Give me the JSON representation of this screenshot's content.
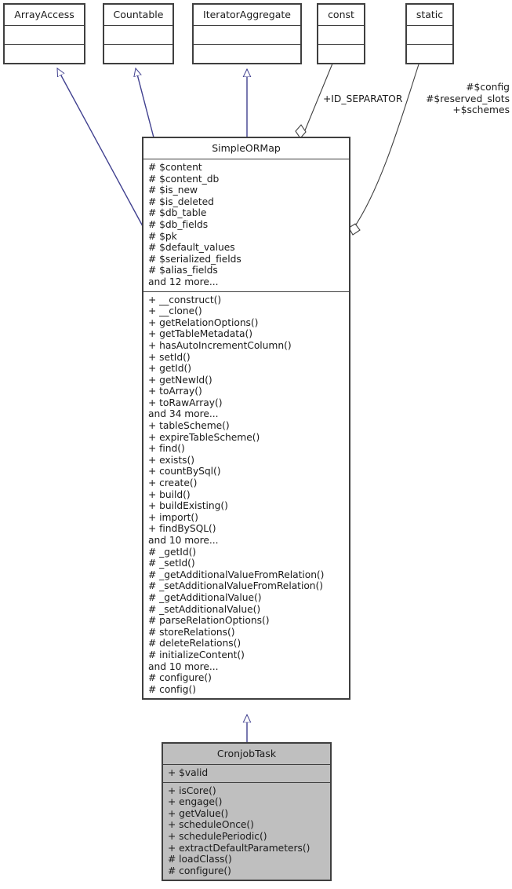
{
  "diagram": {
    "type": "uml-class-diagram",
    "title": "CronjobTask class inheritance diagram",
    "colors": {
      "inheritance_line": "#40408f",
      "aggregation_line": "#3f3f3f",
      "node_border": "#3f3f3f",
      "node_fill": "#ffffff",
      "highlight_fill": "#bfbfbf",
      "text": "#1a1a1a"
    }
  },
  "nodes": [
    {
      "id": "array-access",
      "name": "ArrayAccess",
      "attributes": [],
      "methods": [],
      "highlighted": false
    },
    {
      "id": "countable",
      "name": "Countable",
      "attributes": [],
      "methods": [],
      "highlighted": false
    },
    {
      "id": "iterator-aggregate",
      "name": "IteratorAggregate",
      "attributes": [],
      "methods": [],
      "highlighted": false
    },
    {
      "id": "const",
      "name": "const",
      "attributes": [],
      "methods": [],
      "highlighted": false
    },
    {
      "id": "static",
      "name": "static",
      "attributes": [],
      "methods": [],
      "highlighted": false
    },
    {
      "id": "simple-ormap",
      "name": "SimpleORMap",
      "highlighted": false,
      "attributes": [
        "# $content",
        "# $content_db",
        "# $is_new",
        "# $is_deleted",
        "# $db_table",
        "# $db_fields",
        "# $pk",
        "# $default_values",
        "# $serialized_fields",
        "# $alias_fields",
        "and 12 more..."
      ],
      "methods": [
        "+ __construct()",
        "+ __clone()",
        "+ getRelationOptions()",
        "+ getTableMetadata()",
        "+ hasAutoIncrementColumn()",
        "+ setId()",
        "+ getId()",
        "+ getNewId()",
        "+ toArray()",
        "+ toRawArray()",
        "and 34 more...",
        "+ tableScheme()",
        "+ expireTableScheme()",
        "+ find()",
        "+ exists()",
        "+ countBySql()",
        "+ create()",
        "+ build()",
        "+ buildExisting()",
        "+ import()",
        "+ findBySQL()",
        "and 10 more...",
        "# _getId()",
        "# _setId()",
        "# _getAdditionalValueFromRelation()",
        "# _setAdditionalValueFromRelation()",
        "# _getAdditionalValue()",
        "# _setAdditionalValue()",
        "# parseRelationOptions()",
        "# storeRelations()",
        "# deleteRelations()",
        "# initializeContent()",
        "and 10 more...",
        "# configure()",
        "# config()"
      ]
    },
    {
      "id": "cronjob-task",
      "name": "CronjobTask",
      "highlighted": true,
      "attributes": [
        "+ $valid"
      ],
      "methods": [
        "+ isCore()",
        "+ engage()",
        "+ getValue()",
        "+ scheduleOnce()",
        "+ schedulePeriodic()",
        "+ extractDefaultParameters()",
        "# loadClass()",
        "# configure()"
      ]
    }
  ],
  "edges": [
    {
      "id": "edge-arrayaccess-simpleormap",
      "from": "simple-ormap",
      "to": "array-access",
      "relation": "inheritance",
      "label": ""
    },
    {
      "id": "edge-countable-simpleormap",
      "from": "simple-ormap",
      "to": "countable",
      "relation": "inheritance",
      "label": ""
    },
    {
      "id": "edge-iteratoraggregate-simpleormap",
      "from": "simple-ormap",
      "to": "iterator-aggregate",
      "relation": "inheritance",
      "label": ""
    },
    {
      "id": "edge-const-simpleormap",
      "from": "simple-ormap",
      "to": "const",
      "relation": "aggregation",
      "label": "+ID_SEPARATOR"
    },
    {
      "id": "edge-static-simpleormap",
      "from": "simple-ormap",
      "to": "static",
      "relation": "aggregation",
      "label_lines": [
        "#$config",
        "#$reserved_slots",
        "+$schemes"
      ]
    },
    {
      "id": "edge-simpleormap-cronjobtask",
      "from": "cronjob-task",
      "to": "simple-ormap",
      "relation": "inheritance",
      "label": ""
    }
  ],
  "labels": {
    "id_separator": "+ID_SEPARATOR",
    "static_line_1": "#$config",
    "static_line_2": "#$reserved_slots",
    "static_line_3": "+$schemes"
  }
}
